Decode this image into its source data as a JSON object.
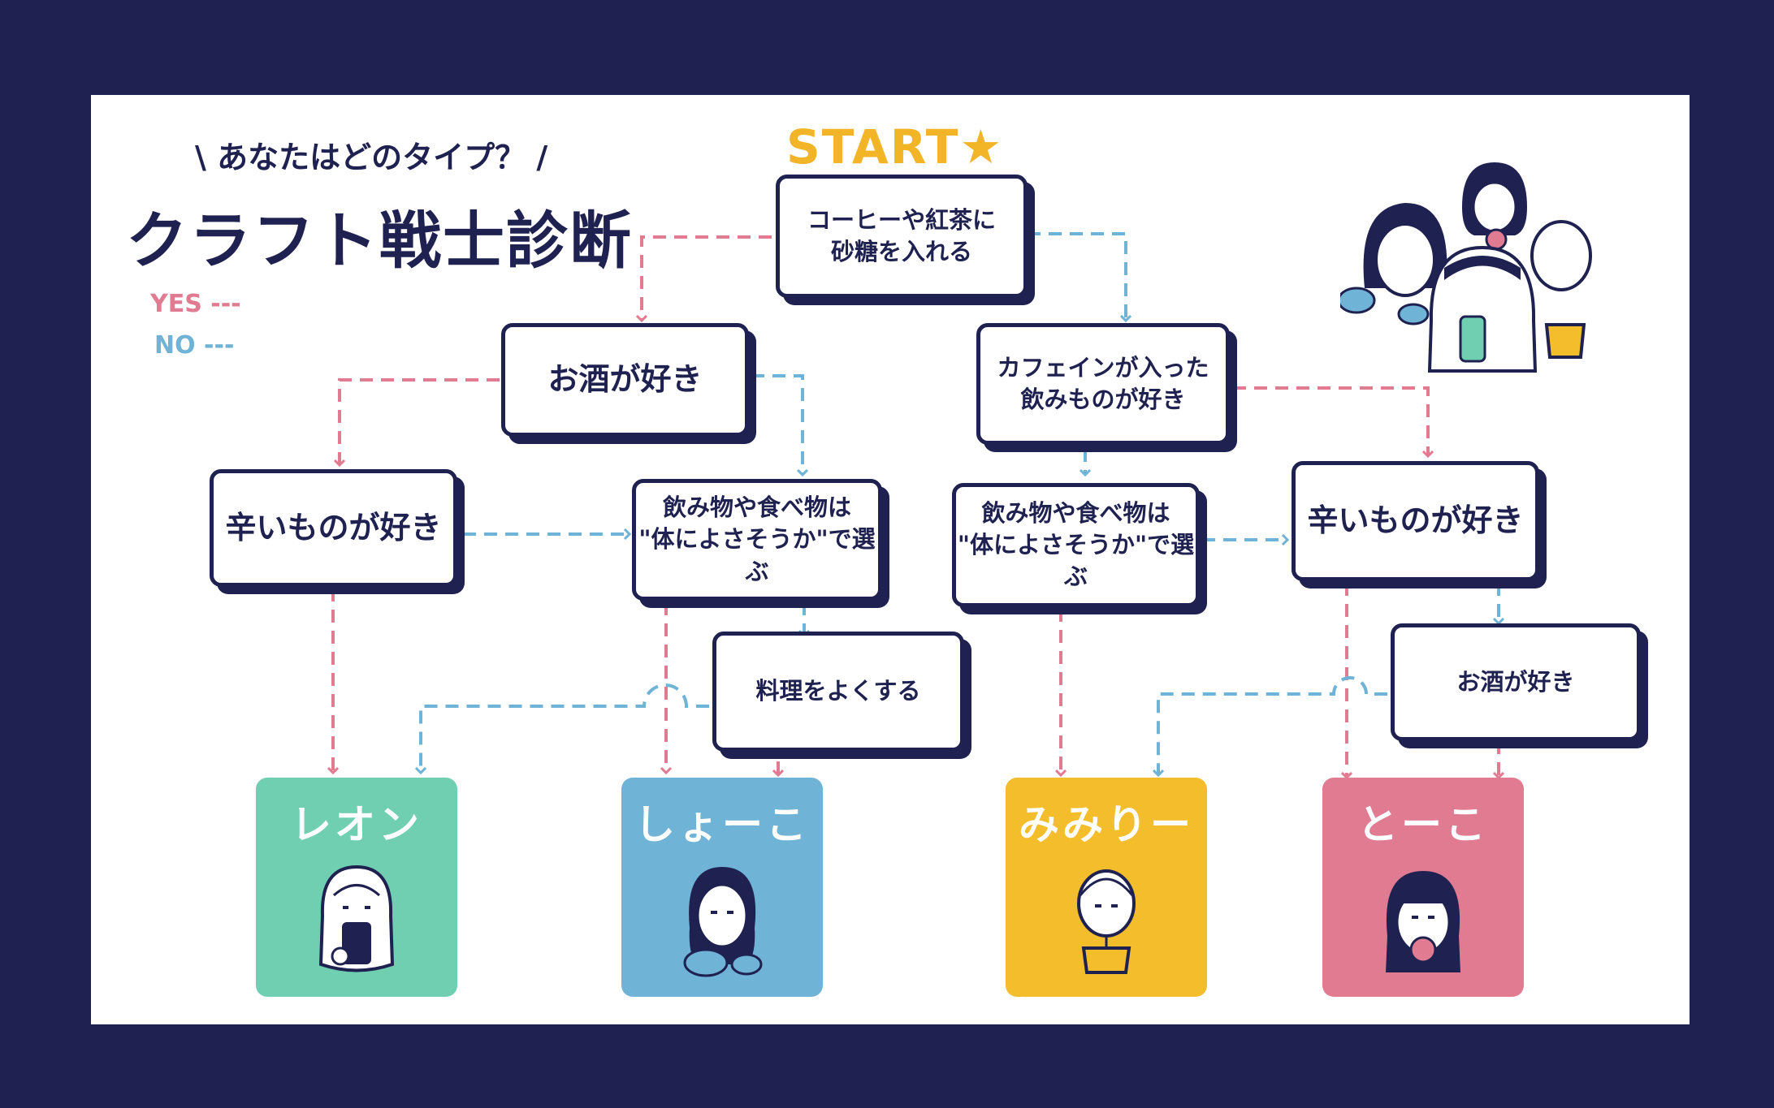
{
  "header": {
    "subtitle": "\\ あなたはどのタイプ？ /",
    "title": "クラフト戦士診断"
  },
  "legend": {
    "yes_label": "YES ---",
    "no_label": "NO ---",
    "yes_color": "#e07b91",
    "no_color": "#6fb3d6"
  },
  "start_label": "START★",
  "questions": {
    "q_sugar": "コーヒーや紅茶に\n砂糖を入れる",
    "q_alcohol_left": "お酒が好き",
    "q_caffeine": "カフェインが入った\n飲みものが好き",
    "q_spicy_left": "辛いものが好き",
    "q_healthy_left": "飲み物や食べ物は\n\"体によさそうか\"で選ぶ",
    "q_healthy_right": "飲み物や食べ物は\n\"体によさそうか\"で選ぶ",
    "q_spicy_right": "辛いものが好き",
    "q_cooking": "料理をよくする",
    "q_alcohol_right": "お酒が好き"
  },
  "results": [
    {
      "name": "レオン",
      "color": "#6fcfb0",
      "icon": "cup-drinking-character-icon"
    },
    {
      "name": "しょーこ",
      "color": "#6fb3d6",
      "icon": "teapot-character-icon"
    },
    {
      "name": "みみりー",
      "color": "#f4bd2c",
      "icon": "honey-pot-character-icon"
    },
    {
      "name": "とーこ",
      "color": "#e07b91",
      "icon": "apple-eating-character-icon"
    }
  ],
  "illustration": {
    "icon": "four-characters-group-icon"
  },
  "colors": {
    "navy": "#1f2150",
    "yes": "#e07b91",
    "no": "#6fb3d6",
    "start": "#f3b528"
  }
}
